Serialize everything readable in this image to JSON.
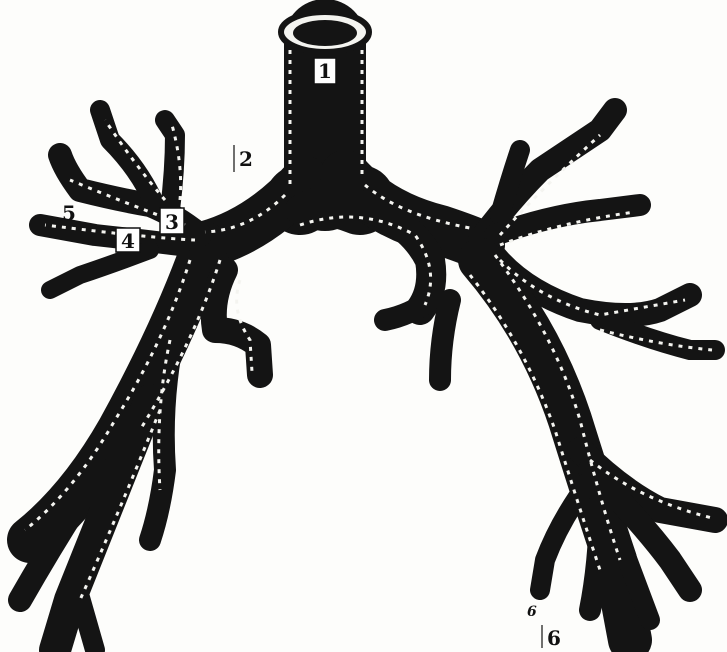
{
  "figure": {
    "labels": {
      "trachea": "1",
      "main_bronchus": "2",
      "lobar_bronchus": "3",
      "segmental_bronchus": "4",
      "subsegmental_bronchus": "5",
      "bronchiole_small": "6",
      "bronchiole": "6"
    }
  },
  "colors": {
    "airway": "#141414",
    "cartilage_rings": "#f4f4f0",
    "background": "#fdfdfb"
  }
}
